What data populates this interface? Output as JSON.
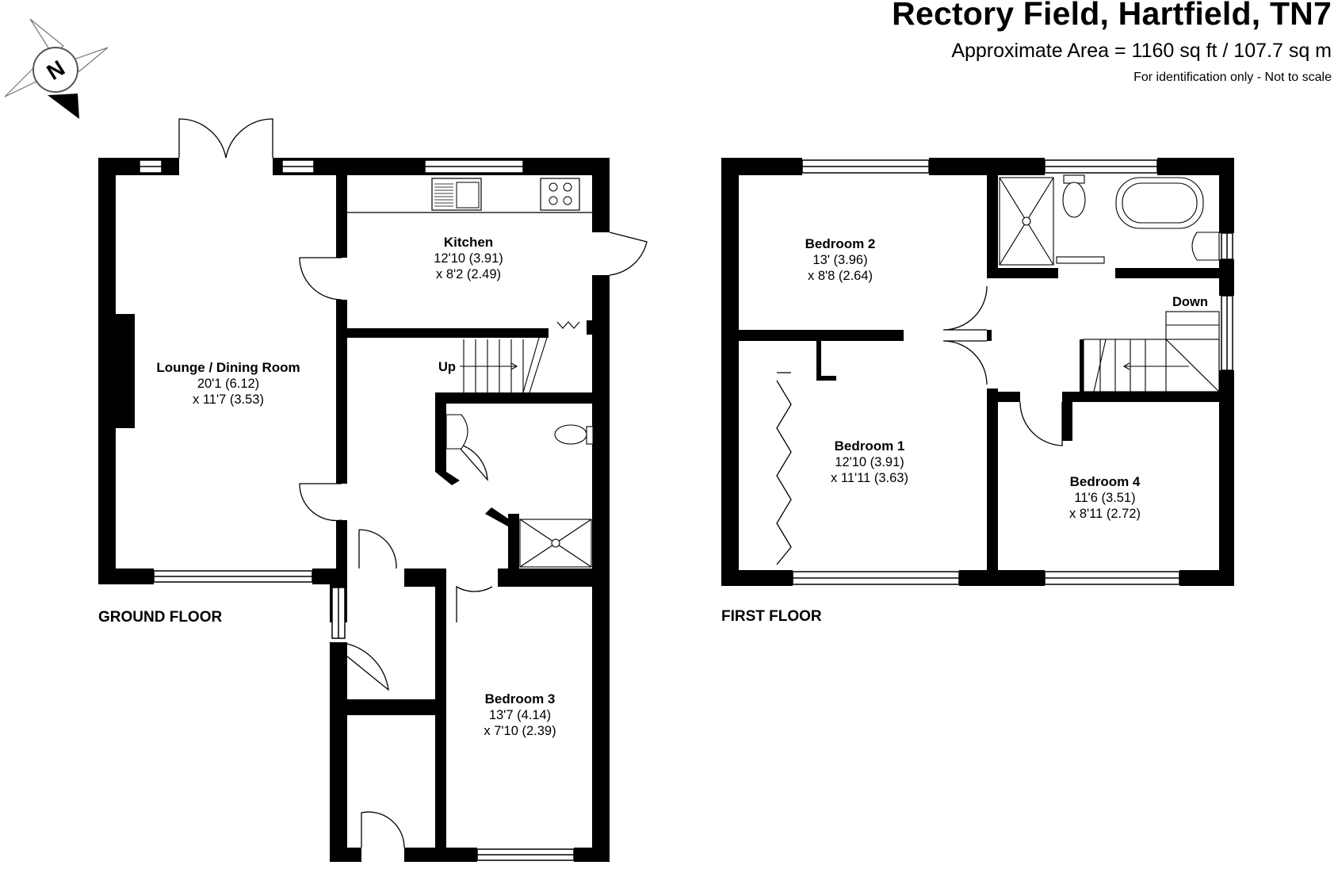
{
  "header": {
    "title": "Rectory Field, Hartfield, TN7",
    "area": "Approximate Area = 1160 sq ft / 107.7 sq m",
    "disclaimer": "For identification only - Not to scale"
  },
  "compass": {
    "letter": "N",
    "icon": "north-compass-icon"
  },
  "floors": {
    "ground": {
      "label": "GROUND FLOOR",
      "lounge": {
        "name": "Lounge / Dining Room",
        "dim1": "20'1 (6.12)",
        "dim2": "x 11'7 (3.53)"
      },
      "kitchen": {
        "name": "Kitchen",
        "dim1": "12'10 (3.91)",
        "dim2": "x 8'2 (2.49)"
      },
      "bedroom3": {
        "name": "Bedroom 3",
        "dim1": "13'7 (4.14)",
        "dim2": "x 7'10 (2.39)"
      },
      "stairs_label": "Up"
    },
    "first": {
      "label": "FIRST FLOOR",
      "bedroom2": {
        "name": "Bedroom 2",
        "dim1": "13' (3.96)",
        "dim2": "x 8'8 (2.64)"
      },
      "bedroom1": {
        "name": "Bedroom 1",
        "dim1": "12'10 (3.91)",
        "dim2": "x 11'11 (3.63)"
      },
      "bedroom4": {
        "name": "Bedroom 4",
        "dim1": "11'6 (3.51)",
        "dim2": "x 8'11 (2.72)"
      },
      "stairs_label": "Down"
    }
  }
}
